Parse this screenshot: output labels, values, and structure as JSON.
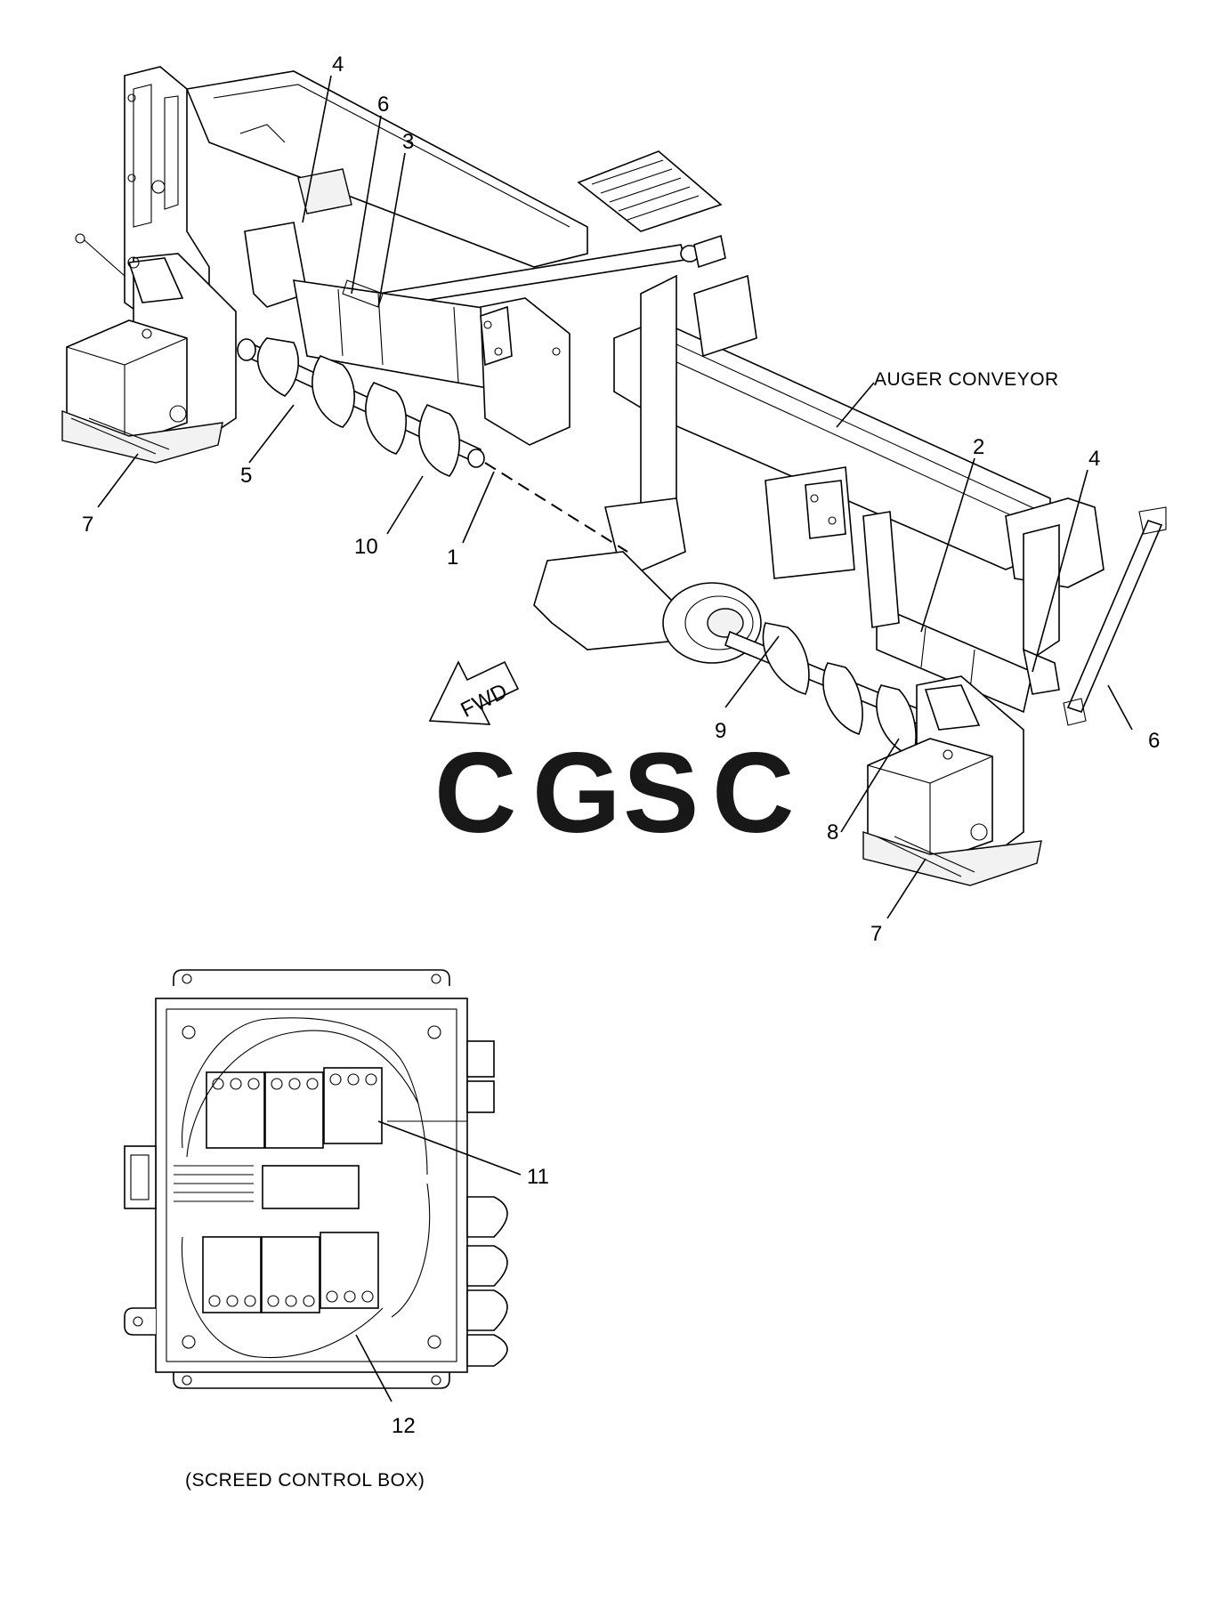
{
  "callouts": {
    "c1": "1",
    "c2": "2",
    "c3": "3",
    "c4a": "4",
    "c4b": "4",
    "c5": "5",
    "c6a": "6",
    "c6b": "6",
    "c7a": "7",
    "c7b": "7",
    "c8": "8",
    "c9": "9",
    "c10": "10",
    "c11": "11",
    "c12": "12"
  },
  "labels": {
    "auger_conveyor": "AUGER CONVEYOR",
    "fwd": "FWD",
    "control_box_caption": "(SCREED CONTROL BOX)"
  },
  "watermark": {
    "letters": [
      "C",
      "G",
      "S",
      "C"
    ],
    "colors": [
      "#8ab4f8",
      "#f28b82",
      "#fdd663",
      "#81c995"
    ]
  }
}
